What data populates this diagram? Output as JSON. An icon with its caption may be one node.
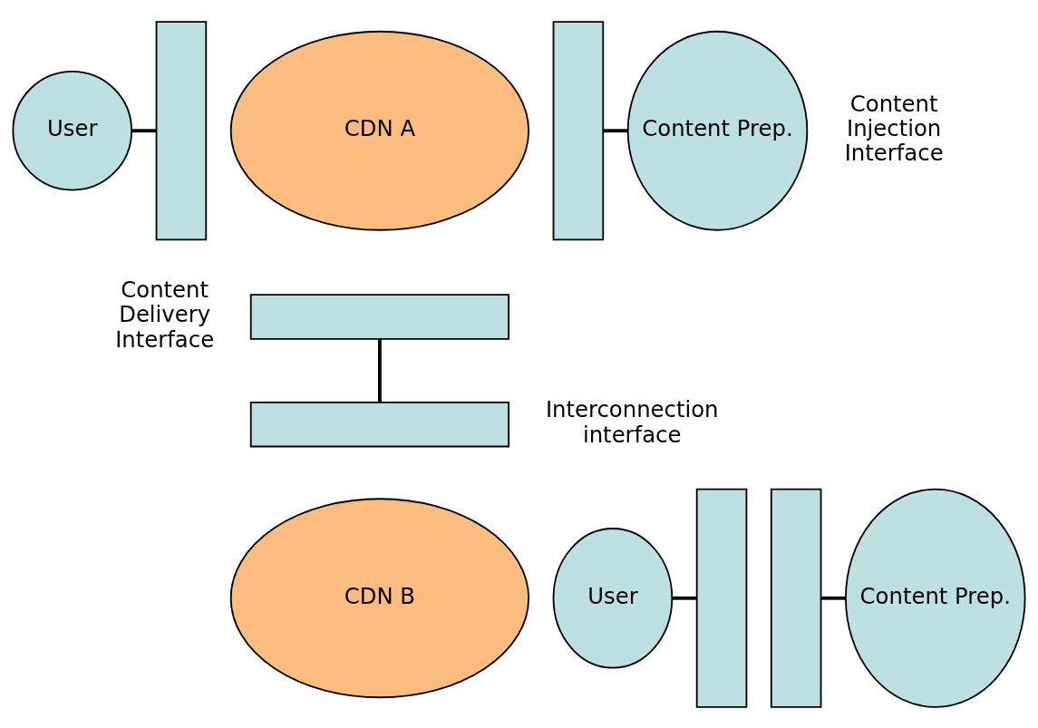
{
  "diagram": {
    "nodes": [
      {
        "text": [
          "User"
        ]
      },
      {
        "text": [],
        "shape": "bar"
      },
      {
        "text": [
          "CDN A"
        ]
      },
      {
        "text": [],
        "shape": "bar"
      },
      {
        "text": [
          "Content Prep."
        ]
      },
      {
        "text": [],
        "shape": "bar"
      },
      {
        "text": [],
        "shape": "bar"
      },
      {
        "text": [
          "User"
        ]
      },
      {
        "text": [],
        "shape": "bar"
      },
      {
        "text": [
          "CDN B"
        ]
      },
      {
        "text": [],
        "shape": "bar"
      },
      {
        "text": [
          "Content Prep."
        ]
      }
    ],
    "edges": [
      {
        "from": 0,
        "to": 1,
        "arrow": "none"
      },
      {
        "from": 3,
        "to": 4,
        "arrow": "none"
      },
      {
        "from": 5,
        "to": 6,
        "arrow": "none"
      },
      {
        "from": 7,
        "to": 8,
        "arrow": "none"
      },
      {
        "from": 10,
        "to": 11,
        "arrow": "none"
      }
    ],
    "labels": [
      "Content Injection Interface",
      "Content Delivery Interface",
      "Interconnection interface"
    ]
  }
}
